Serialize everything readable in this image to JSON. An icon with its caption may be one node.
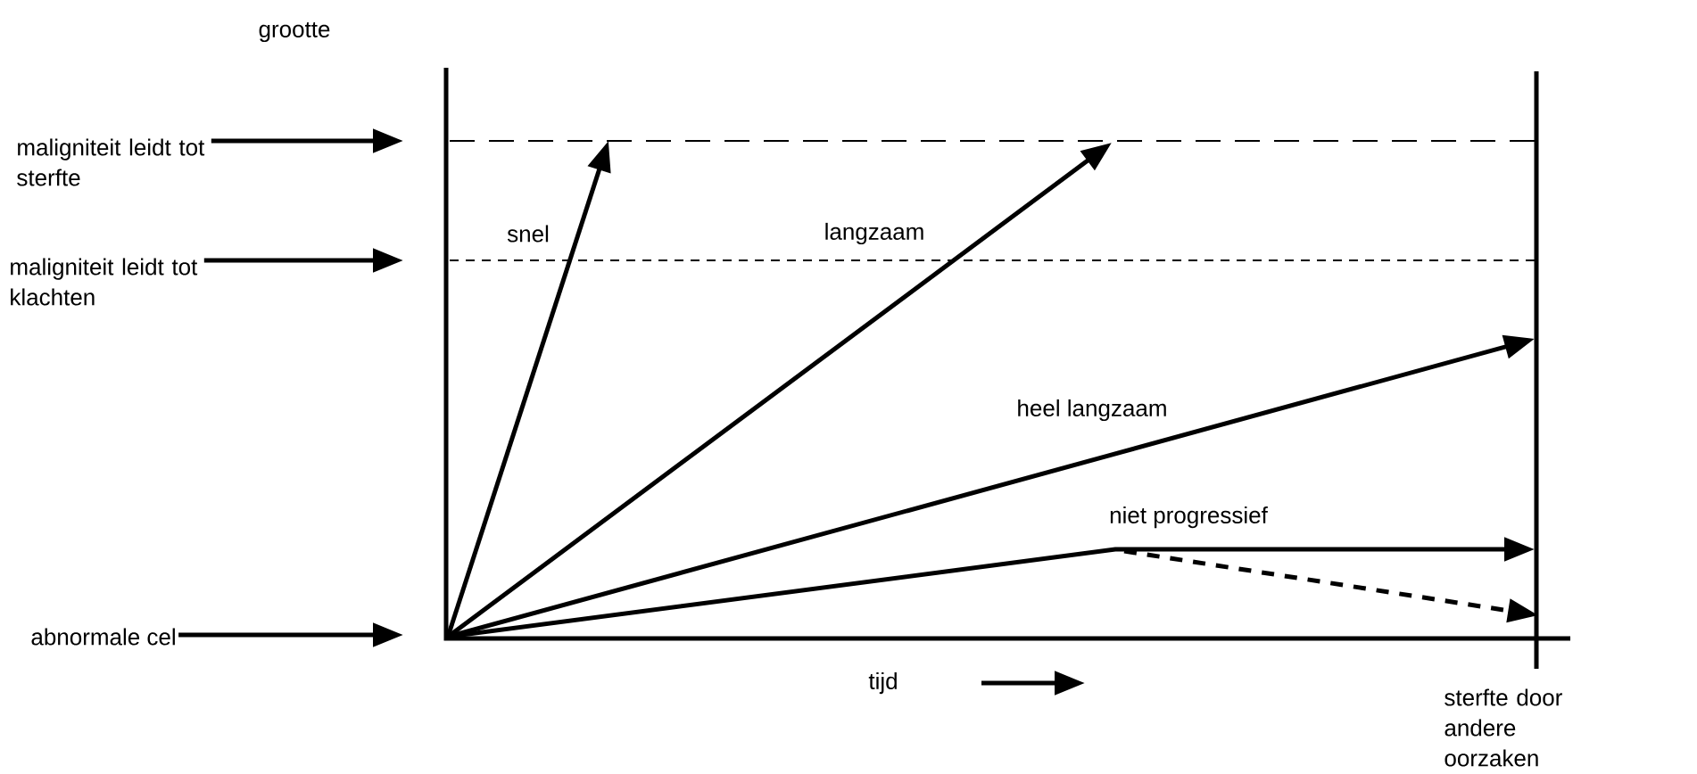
{
  "diagram": {
    "nodes": [
      {
        "text": [
          "maligniteit leidt tot sterfte"
        ]
      },
      {
        "text": [
          "maligniteit leidt tot klachten"
        ]
      },
      {
        "text": [
          "abnormale cel"
        ]
      }
    ],
    "edges": [
      {
        "from": 0,
        "to": null,
        "arrow": "to"
      },
      {
        "from": 1,
        "to": null,
        "arrow": "to"
      },
      {
        "from": 2,
        "to": null,
        "arrow": "to"
      }
    ],
    "labels": [
      "grootte",
      "snel",
      "langzaam",
      "heel langzaam",
      "niet progressief",
      "tijd",
      "sterfte door andere oorzaken"
    ]
  }
}
